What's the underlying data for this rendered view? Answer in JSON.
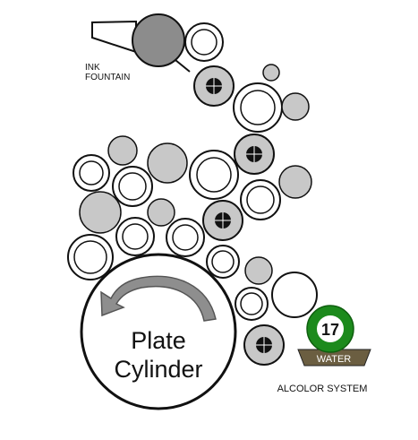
{
  "labels": {
    "ink_fountain_line1": "INK",
    "ink_fountain_line2": "FOUNTAIN",
    "plate_line1": "Plate",
    "plate_line2": "Cylinder",
    "badge_number": "17",
    "water": "WATER",
    "system": "ALCOLOR SYSTEM"
  },
  "colors": {
    "stroke": "#111111",
    "white_roller": "#ffffff",
    "gray_roller": "#c8c8c8",
    "ink_fountain_roller": "#8c8c8c",
    "arrow": "#8e8e8e",
    "badge_green": "#1c8a1c",
    "water_pan": "#6b5e41",
    "water_text": "#ffffff"
  }
}
